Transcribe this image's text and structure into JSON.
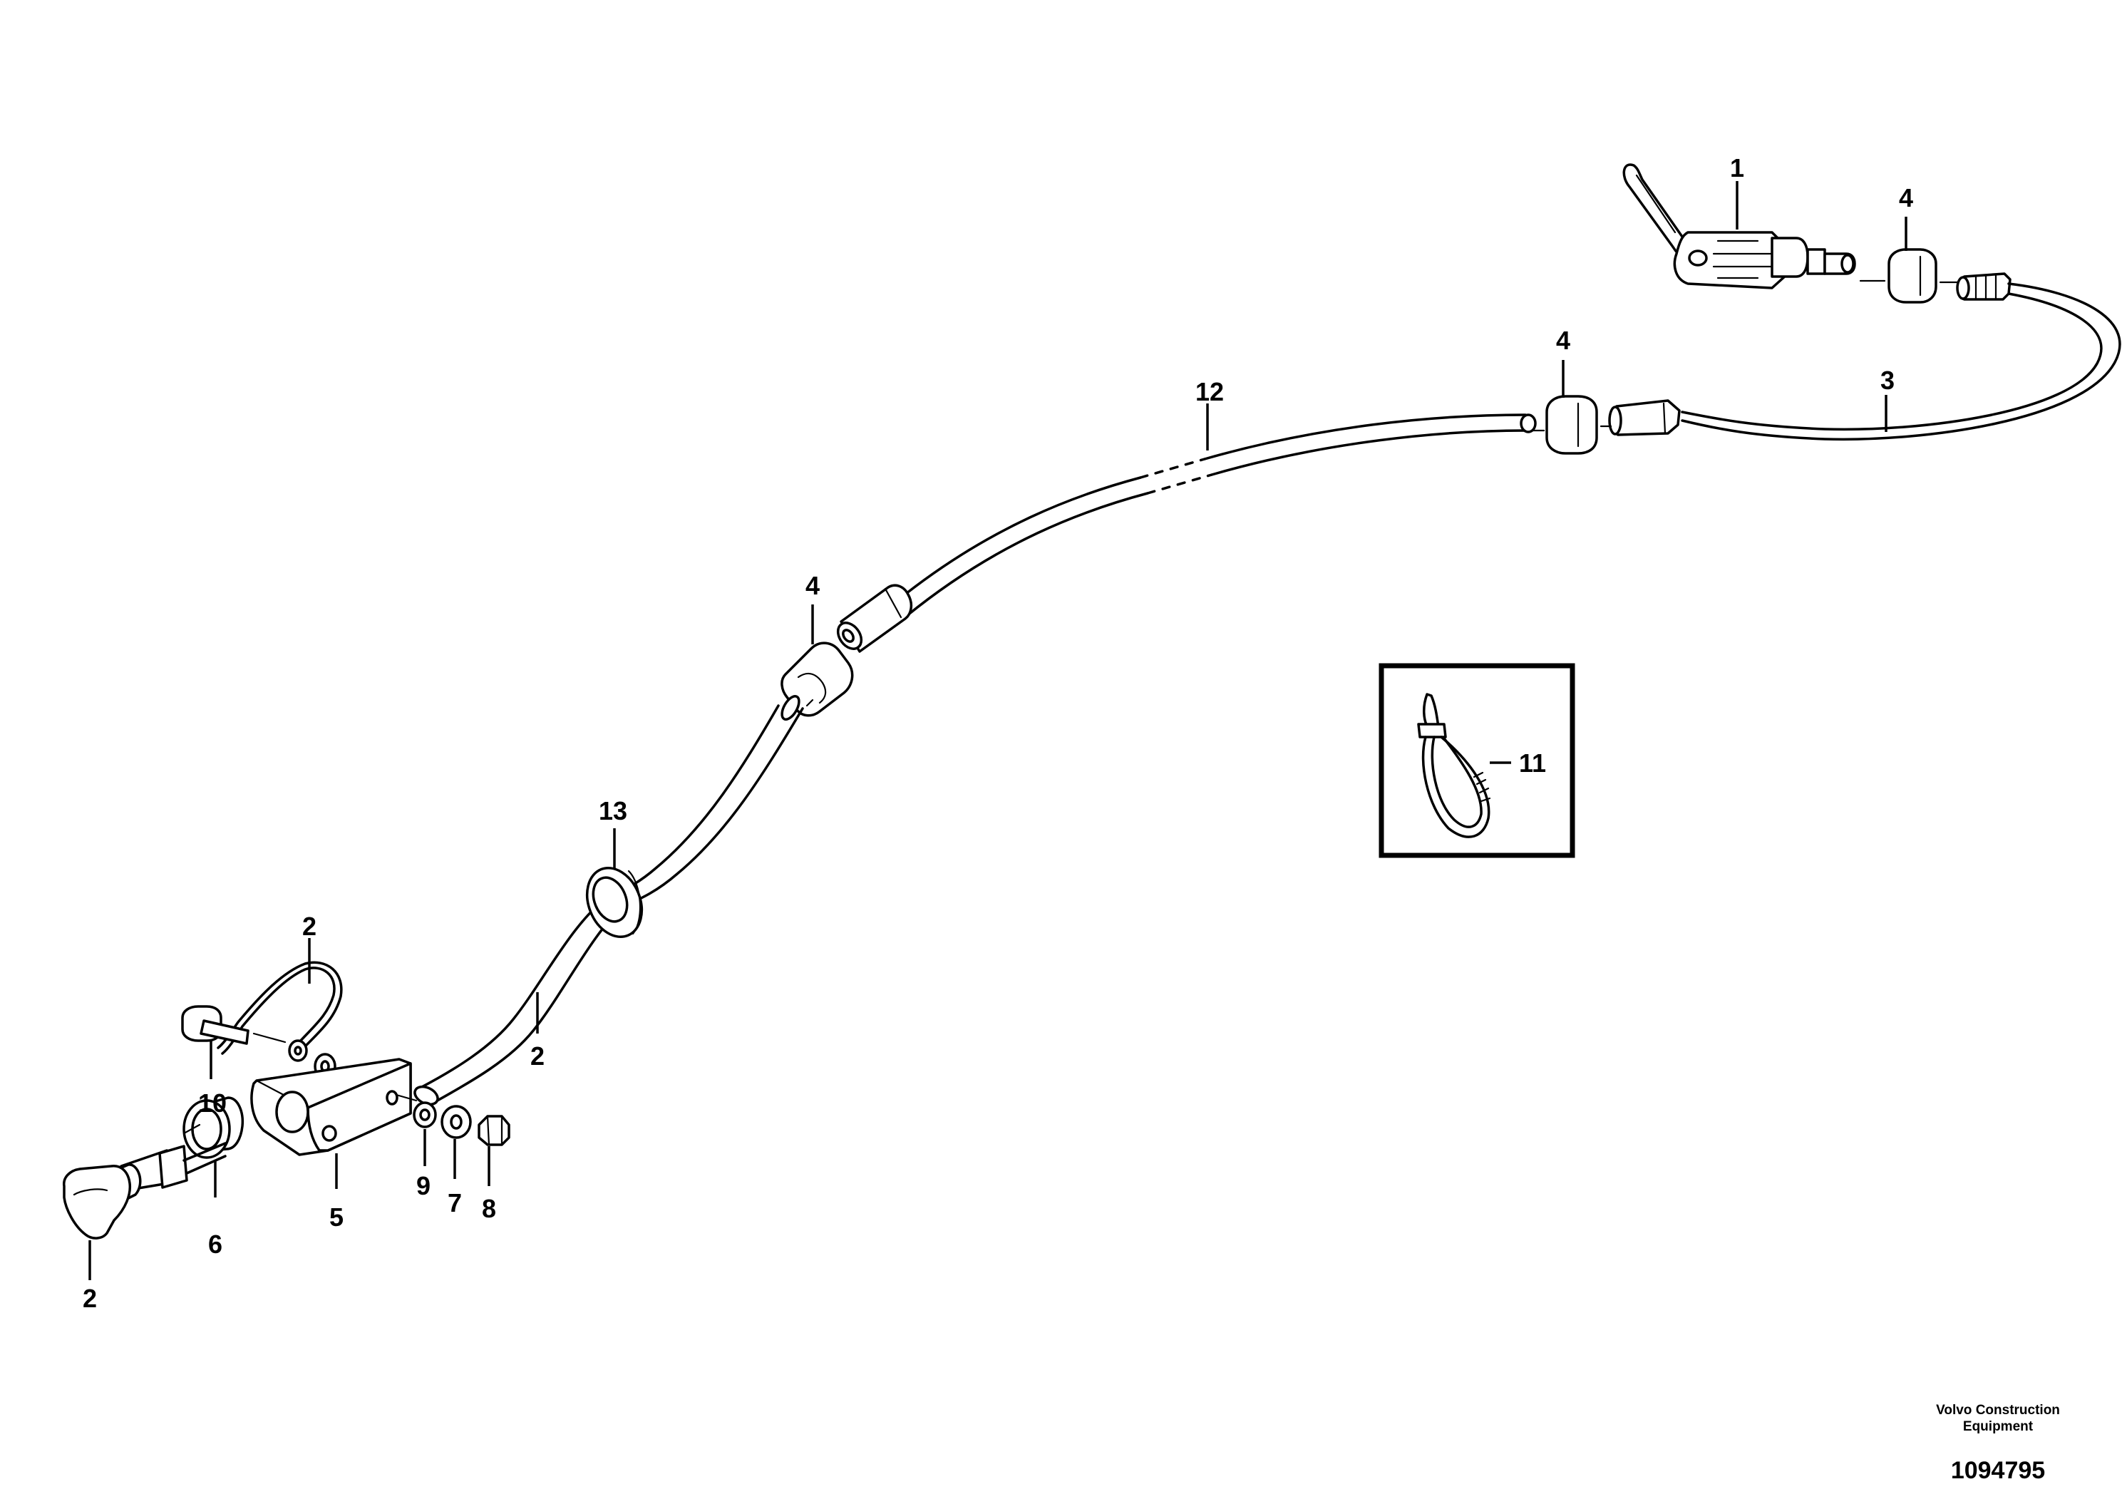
{
  "callouts": {
    "c1": "1",
    "c4_top": "4",
    "c4_mid": "4",
    "c4_left": "4",
    "c12": "12",
    "c3": "3",
    "c11": "11",
    "c13": "13",
    "c2_top": "2",
    "c2_mid": "2",
    "c2_bottom": "2",
    "c10": "10",
    "c5": "5",
    "c6": "6",
    "c9": "9",
    "c7": "7",
    "c8": "8"
  },
  "footer": {
    "company_line1": "Volvo Construction",
    "company_line2": "Equipment",
    "drawing_number": "1094795"
  }
}
